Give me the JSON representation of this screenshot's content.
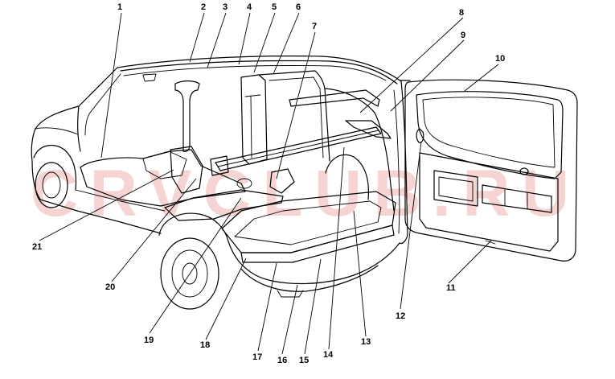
{
  "figure": {
    "callouts": [
      {
        "label": "1"
      },
      {
        "label": "2"
      },
      {
        "label": "3"
      },
      {
        "label": "4"
      },
      {
        "label": "5"
      },
      {
        "label": "6"
      },
      {
        "label": "7"
      },
      {
        "label": "8"
      },
      {
        "label": "9"
      },
      {
        "label": "10"
      },
      {
        "label": "11"
      },
      {
        "label": "12"
      },
      {
        "label": "13"
      },
      {
        "label": "14"
      },
      {
        "label": "15"
      },
      {
        "label": "16"
      },
      {
        "label": "17"
      },
      {
        "label": "18"
      },
      {
        "label": "19"
      },
      {
        "label": "20"
      },
      {
        "label": "21"
      }
    ]
  },
  "watermark": {
    "text": "CRVCLUB.RU"
  },
  "colors": {
    "background": "#ffffff",
    "line": "#000000",
    "watermark": "#eeaaaa"
  }
}
